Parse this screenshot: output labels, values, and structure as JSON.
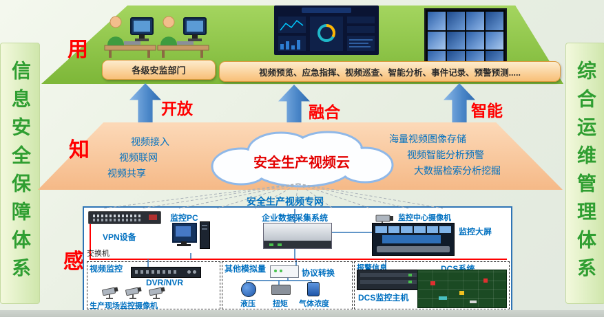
{
  "banners": {
    "left": "信息安全保障体系",
    "right": "综合运维管理体系"
  },
  "use_layer": {
    "label": "用",
    "dept_box": "各级安监部门",
    "functions_box": "视频预览、应急指挥、视频巡查、智能分析、事件记录、预警预测....."
  },
  "arrows": [
    {
      "label": "开放"
    },
    {
      "label": "融合"
    },
    {
      "label": "智能"
    }
  ],
  "know_layer": {
    "label": "知",
    "cloud_title": "安全生产视频云",
    "left_items": [
      "视频接入",
      "视频联网",
      "视频共享"
    ],
    "right_items": [
      "海量视频图像存储",
      "视频智能分析预警",
      "大数据检索分析挖掘"
    ]
  },
  "network_label": "安全生产视频专网",
  "sense_layer": {
    "label": "感",
    "switch_label": "交换机",
    "vpn_label": "VPN设备",
    "pc_label": "监控PC",
    "collector_label": "企业数据采集系统",
    "center_camera_label": "监控中心摄像机",
    "big_screen_label": "监控大屏",
    "video_group": {
      "title": "视频监控",
      "dvr_label": "DVR/NVR",
      "cameras_label": "生产现场监控摄像机"
    },
    "analog_group": {
      "title": "其他模拟量",
      "protocol_label": "协议转换",
      "sensors": [
        "液压",
        "扭矩",
        "气体浓度"
      ]
    },
    "dcs_group": {
      "alarm_label": "报警信息",
      "host_label": "DCS监控主机",
      "system_label": "DCS系统"
    }
  },
  "colors": {
    "accent_red": "#FF0000",
    "blue_text": "#0070C0",
    "green_plane": "#8CC63F",
    "orange_plane": "#F7BE8D",
    "arrow_blue": "#4A86C8",
    "banner_green_text": "#2F9E31"
  }
}
